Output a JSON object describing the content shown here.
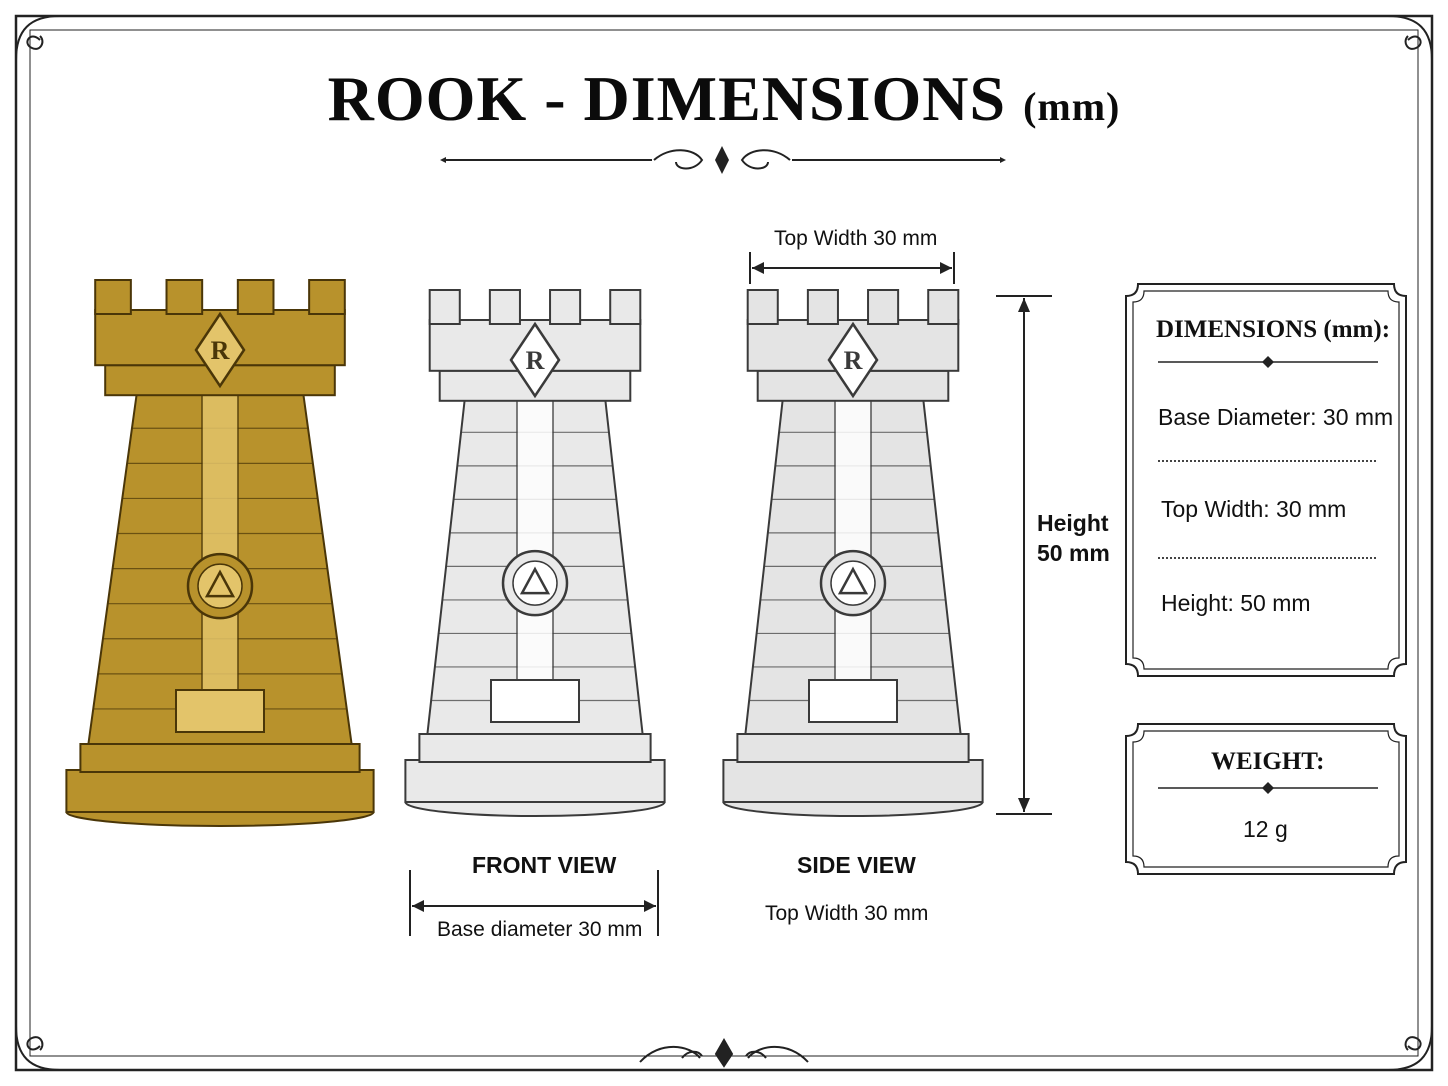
{
  "title": {
    "main": "ROOK - DIMENSIONS",
    "unit": "(mm)"
  },
  "figures": {
    "gold": {
      "name": "rook-gold-render",
      "fill": "#b8922c",
      "stroke": "#4a3608",
      "light": "#e3c46a"
    },
    "front": {
      "label": "FRONT VIEW",
      "fill": "#e9e9e9",
      "stroke": "#3a3a3a",
      "light": "#ffffff"
    },
    "side": {
      "label": "SIDE VIEW",
      "fill": "#e4e4e4",
      "stroke": "#3a3a3a",
      "light": "#ffffff"
    }
  },
  "annotations": {
    "top_width": "Top Width 30 mm",
    "height_line1": "Height",
    "height_line2": "50 mm",
    "base_diameter": "Base diameter 30 mm",
    "side_caption": "Top Width 30 mm"
  },
  "dimensions_box": {
    "title": "DIMENSIONS (mm):",
    "rows": [
      "Base Diameter: 30 mm",
      "Top Width: 30 mm",
      "Height: 50 mm"
    ]
  },
  "weight_box": {
    "title": "WEIGHT:",
    "value": "12 g"
  },
  "colors": {
    "ink": "#111111",
    "border": "#222222",
    "gold": "#b8922c"
  }
}
